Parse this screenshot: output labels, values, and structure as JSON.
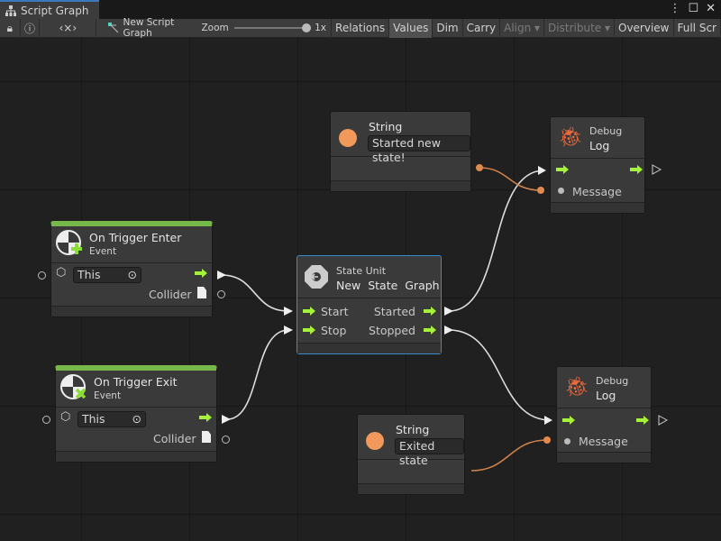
{
  "window": {
    "tab_title": "Script Graph",
    "tab_icon": "hierarchy-icon"
  },
  "toolbar": {
    "graph_name": "New Script Graph",
    "zoom_label": "Zoom",
    "zoom_value": "1x",
    "zoom_level": 1.0,
    "buttons": [
      {
        "label": "Relations",
        "state": "normal"
      },
      {
        "label": "Values",
        "state": "active"
      },
      {
        "label": "Dim",
        "state": "normal"
      },
      {
        "label": "Carry",
        "state": "normal"
      },
      {
        "label": "Align ▾",
        "state": "disabled"
      },
      {
        "label": "Distribute ▾",
        "state": "disabled"
      },
      {
        "label": "Overview",
        "state": "normal"
      },
      {
        "label": "Full Scr",
        "state": "normal"
      }
    ]
  },
  "colors": {
    "flow_arrow": "#a4f23c",
    "string_port": "#f0995a",
    "event_bar": "#76b84a",
    "selection": "#3a8bc8",
    "debug_icon": "#f06a3c"
  },
  "nodes": {
    "string1": {
      "title": "String",
      "value": "Started new state!"
    },
    "debug1": {
      "category": "Debug",
      "title": "Log",
      "input": "Message"
    },
    "trigger_enter": {
      "title": "On Trigger Enter",
      "subtitle": "Event",
      "target": "This",
      "output": "Collider"
    },
    "state_unit": {
      "category": "State Unit",
      "title": "New  State  Graph",
      "inputs": [
        "Start",
        "Stop"
      ],
      "outputs": [
        "Started",
        "Stopped"
      ]
    },
    "trigger_exit": {
      "title": "On Trigger Exit",
      "subtitle": "Event",
      "target": "This",
      "output": "Collider"
    },
    "string2": {
      "title": "String",
      "value": "Exited state"
    },
    "debug2": {
      "category": "Debug",
      "title": "Log",
      "input": "Message"
    }
  }
}
